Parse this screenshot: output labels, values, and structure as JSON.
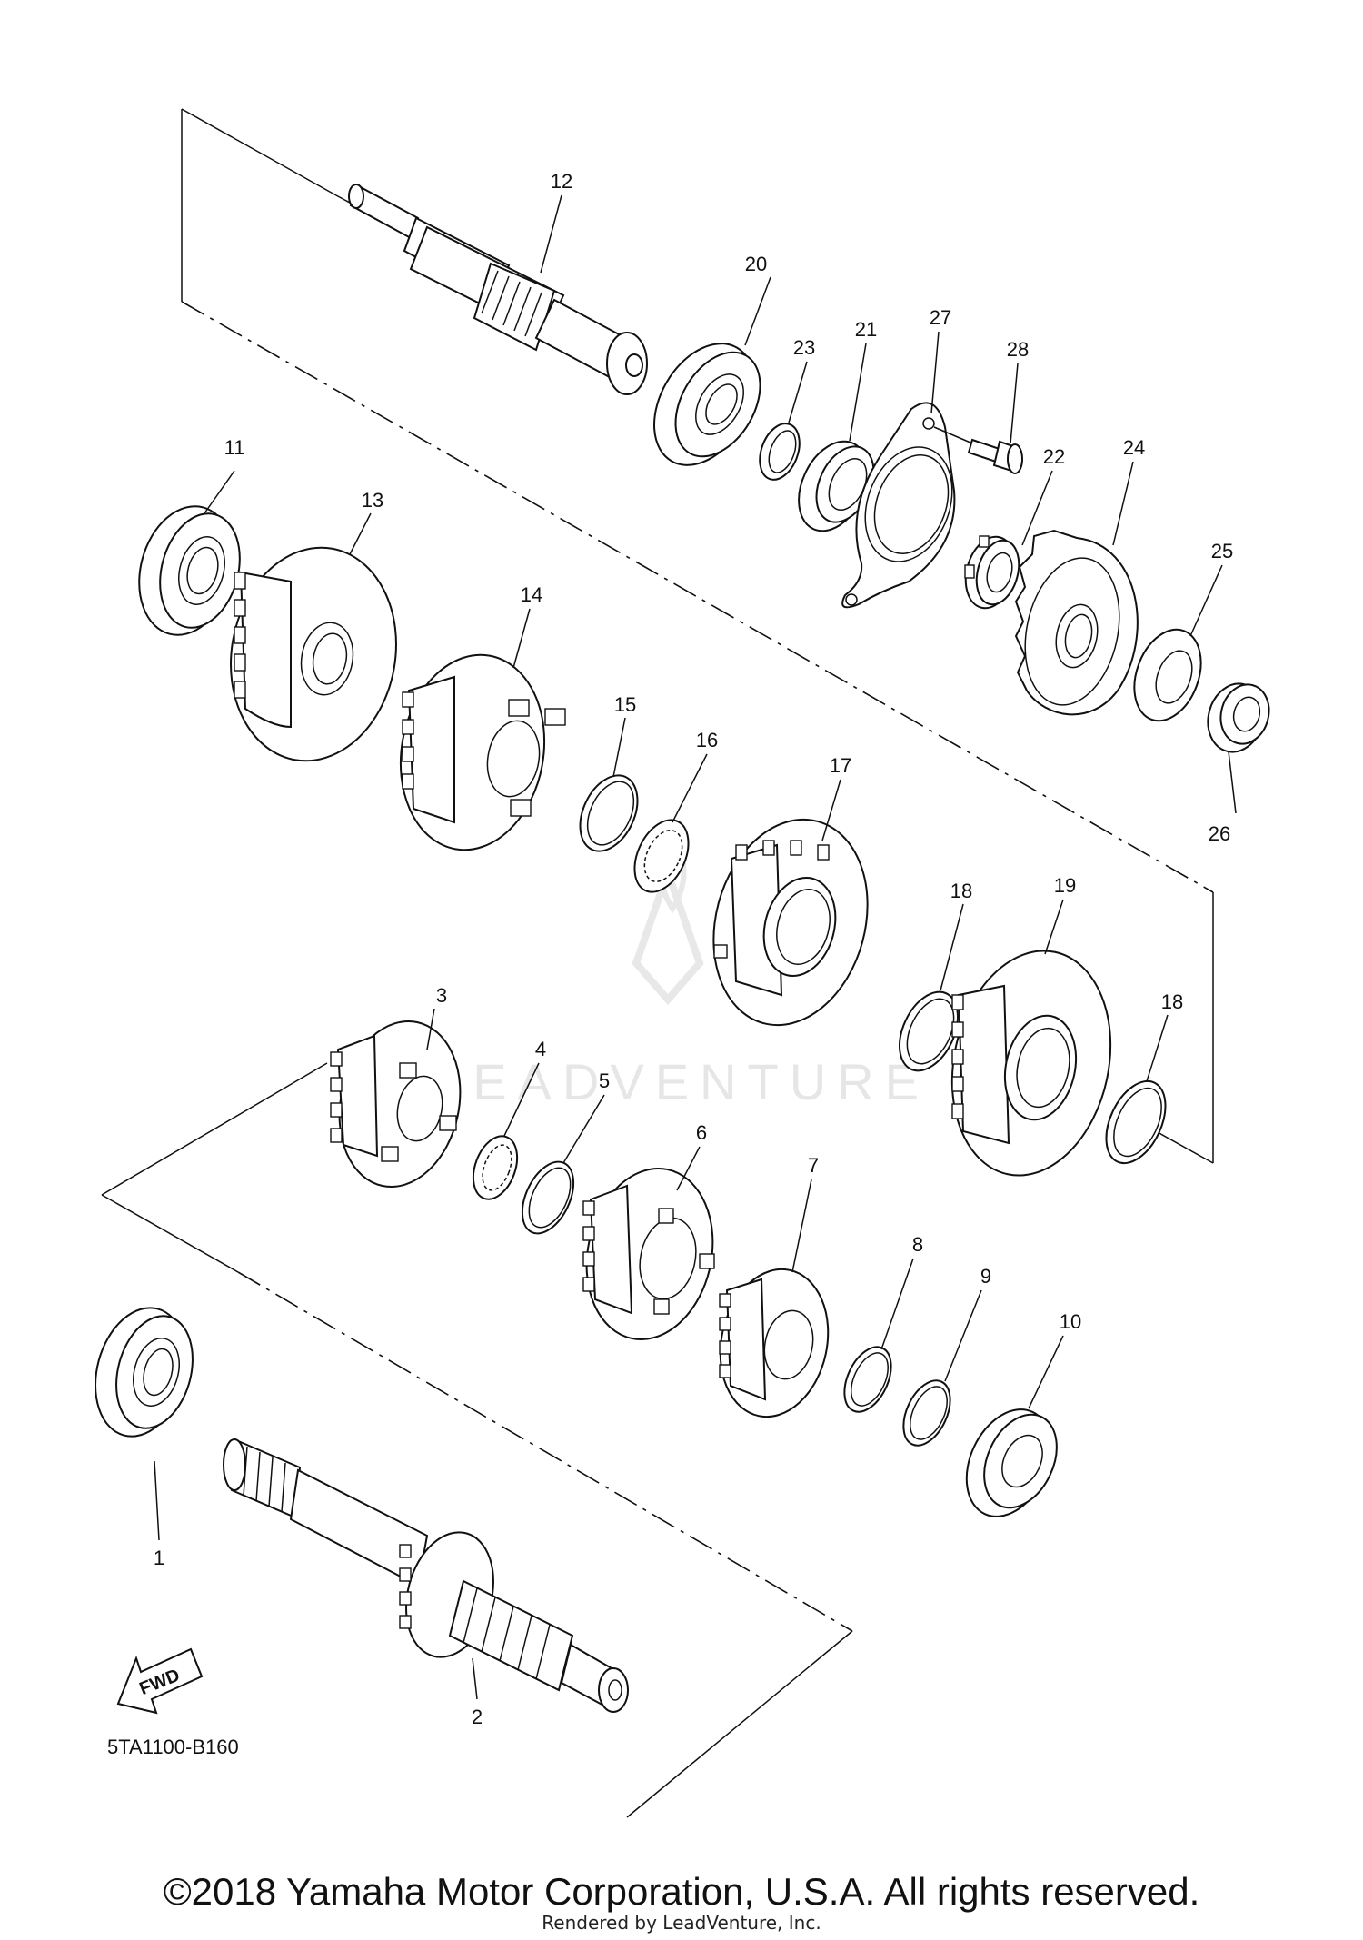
{
  "diagram_code": "5TA1100-B160",
  "fwd_label": "FWD",
  "watermark": "LEADVENTURE",
  "copyright": "©2018 Yamaha Motor Corporation, U.S.A. All rights reserved.",
  "rendered_by": "Rendered by LeadVenture, Inc.",
  "callouts": [
    "1",
    "2",
    "3",
    "4",
    "5",
    "6",
    "7",
    "8",
    "9",
    "10",
    "11",
    "12",
    "13",
    "14",
    "15",
    "16",
    "17",
    "18",
    "18",
    "19",
    "20",
    "21",
    "22",
    "23",
    "24",
    "25",
    "26",
    "27",
    "28"
  ]
}
